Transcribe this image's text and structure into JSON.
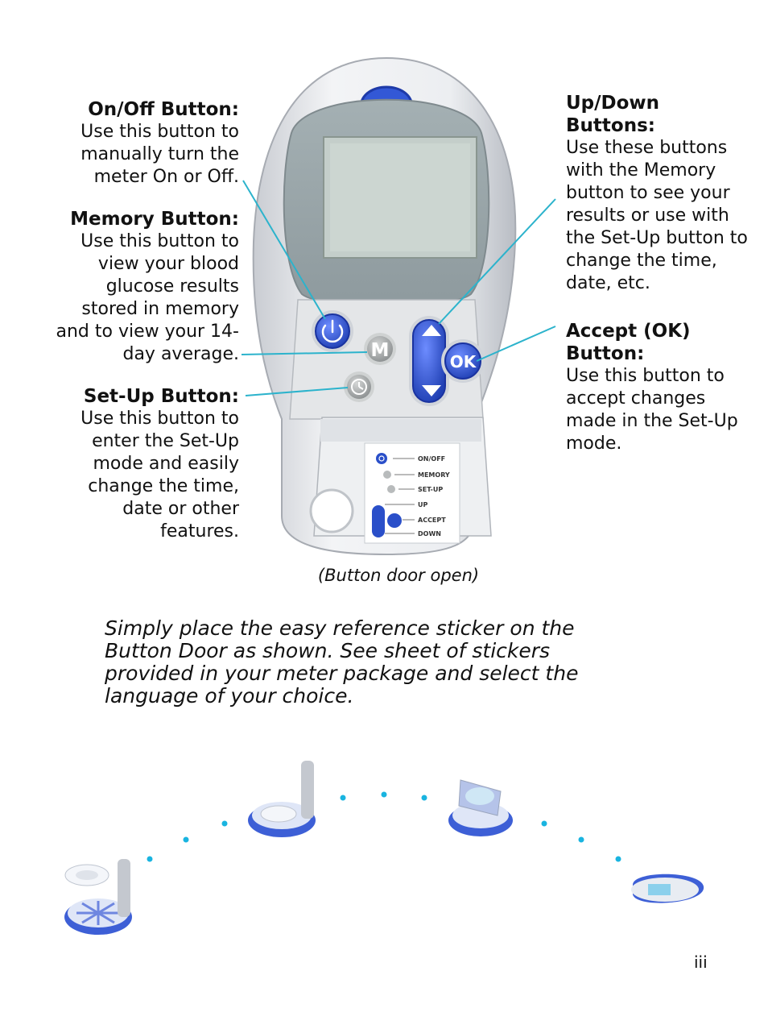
{
  "callouts": {
    "onoff": {
      "title": "On/Off Button:",
      "body": "Use this button to manually turn the meter On or Off."
    },
    "memory": {
      "title": "Memory Button:",
      "body": "Use this button to view your blood glucose results stored in memory and to view your 14-day average."
    },
    "setup": {
      "title": "Set-Up Button:",
      "body": "Use this button to enter the Set-Up mode and easily change the time, date or other features."
    },
    "updown": {
      "title": "Up/Down Buttons:",
      "body": "Use these buttons with the Memory button to see your results or use with the Set-Up button to change the time, date, etc."
    },
    "accept": {
      "title": "Accept (OK) Button:",
      "body": "Use this button to accept changes made in the Set-Up mode."
    }
  },
  "meter": {
    "memory_letter": "M",
    "ok_label": "OK",
    "sticker": [
      "ON/OFF",
      "MEMORY",
      "SET-UP",
      "UP",
      "ACCEPT",
      "DOWN"
    ]
  },
  "caption": "(Button door open)",
  "instruction": "Simply place the easy reference sticker on the Button Door as shown. See sheet of stickers provided in your meter package and select the language of your choice.",
  "page_number": "iii",
  "colors": {
    "leader": "#2cb3cc",
    "button_blue": "#2a4fc9",
    "dots": "#19b4e0"
  }
}
